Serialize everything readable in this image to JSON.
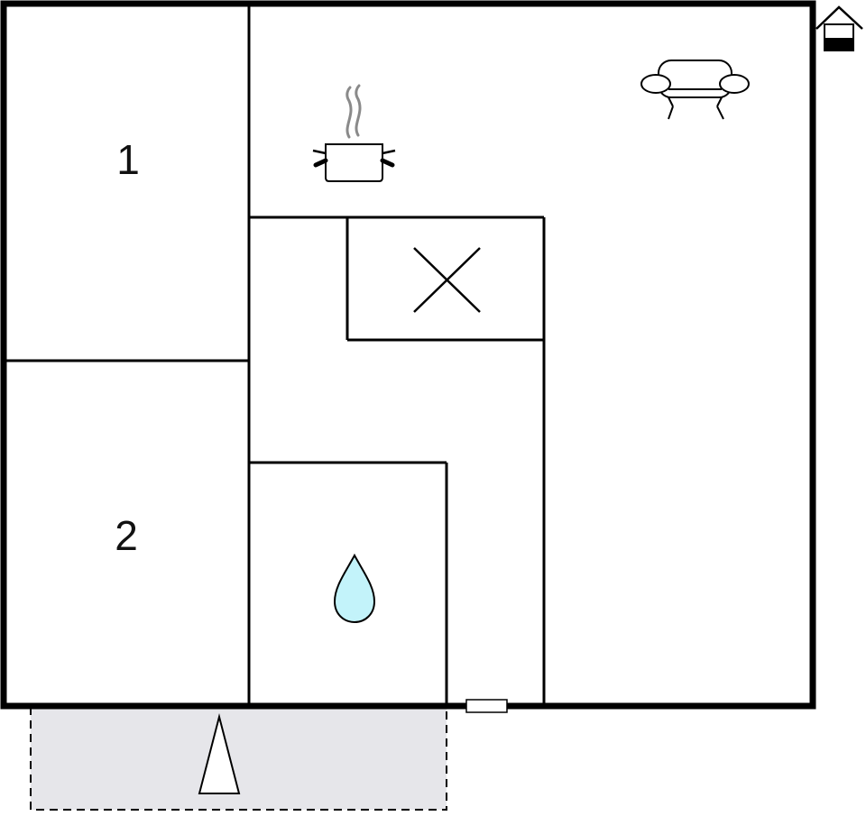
{
  "floor_plan": {
    "rooms": [
      {
        "id": "room-1",
        "label": "1"
      },
      {
        "id": "room-2",
        "label": "2"
      },
      {
        "id": "kitchen",
        "icon": "cooking-pot-icon"
      },
      {
        "id": "living-room",
        "icon": "sofa-icon"
      },
      {
        "id": "bathroom",
        "icon": "water-drop-icon"
      },
      {
        "id": "technical-room",
        "icon": "x-mark-icon"
      },
      {
        "id": "terrace",
        "icon": "parasol-icon"
      }
    ],
    "house_icon": "house-icon",
    "colors": {
      "wall": "#000000",
      "background": "#ffffff",
      "terrace_fill": "#e6e6ea",
      "water_drop": "#c3f3fa",
      "steam": "#8a8a8a"
    }
  }
}
